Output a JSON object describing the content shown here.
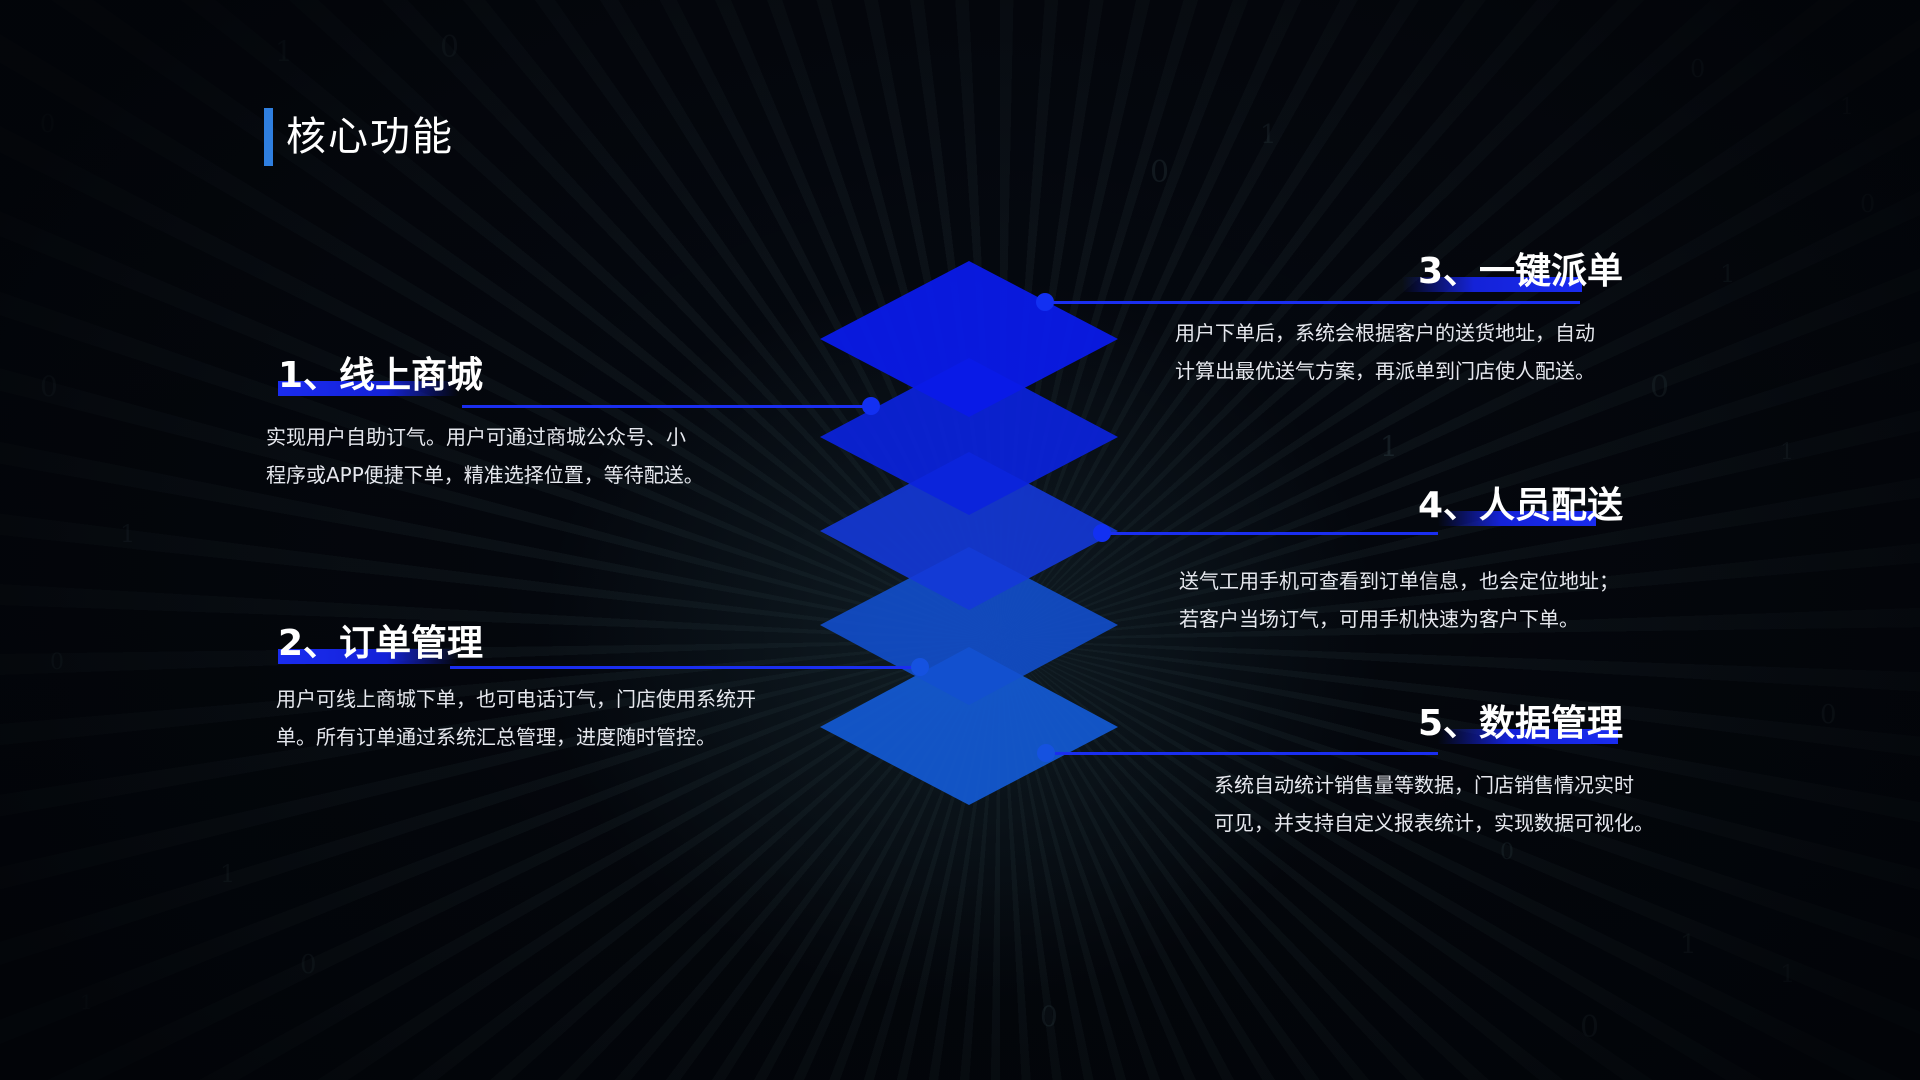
{
  "page": {
    "title": "核心功能",
    "accent_color": "#2f7fe0",
    "highlight_color": "#1a2cf0"
  },
  "features": [
    {
      "heading": "1、线上商城",
      "desc_lines": [
        "实现用户自助订气。用户可通过商城公众号、小",
        "程序或APP便捷下单，精准选择位置，等待配送。"
      ]
    },
    {
      "heading": "2、订单管理",
      "desc_lines": [
        "用户可线上商城下单，也可电话订气，门店使用系统开",
        "单。所有订单通过系统汇总管理，进度随时管控。"
      ]
    },
    {
      "heading": "3、一键派单",
      "desc_lines": [
        "用户下单后，系统会根据客户的送货地址，自动",
        "计算出最优送气方案，再派单到门店使人配送。"
      ]
    },
    {
      "heading": "4、人员配送",
      "desc_lines": [
        "送气工用手机可查看到订单信息，也会定位地址；",
        "若客户当场订气，可用手机快速为客户下单。"
      ]
    },
    {
      "heading": "5、数据管理",
      "desc_lines": [
        "系统自动统计销售量等数据，门店销售情况实时",
        "可见，并支持自定义报表统计，实现数据可视化。"
      ]
    }
  ],
  "layers": {
    "count": 5,
    "colors": [
      "#0a1ae8",
      "#0b23dc",
      "#1438d8",
      "#1250d0",
      "#135ad4"
    ]
  }
}
